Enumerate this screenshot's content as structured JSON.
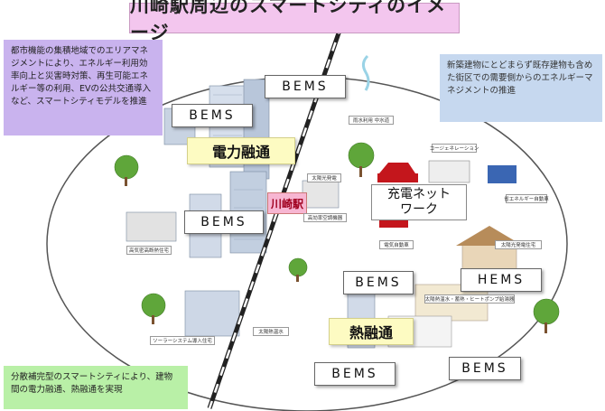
{
  "title": "川崎駅周辺のスマートシティのイメージ",
  "notes": {
    "area_management": "都市機能の集積地域でのエリアマネジメントにより、エネルギー利用効率向上と災害時対策、再生可能エネルギー等の利用、EVの公共交通導入など、スマートシティモデルを推進",
    "existing_buildings": "新築建物にとどまらず既存建物も含めた街区での需要側からのエネルギーマネジメントの推進",
    "distributed": "分散補完型のスマートシティにより、建物間の電力融通、熱融通を実現"
  },
  "labels": {
    "bems": "BEMS",
    "hems": "HEMS",
    "power_interchange": "電力融通",
    "heat_interchange": "熱融通",
    "station": "川崎駅",
    "charging_network": "充電ネット\nワーク"
  },
  "small_labels": {
    "rainwater": "雨水利用 中水道",
    "cogeneration": "コージェネレーション",
    "solar_power_top": "太陽光発電",
    "high_efficiency_ac": "高効率空調機器",
    "energy_saving_vehicle": "省エネルギー自動車",
    "electric_vehicle": "電気自動車",
    "solar_power_right": "太陽光発電住宅",
    "high_insulation_housing": "高気密高断熱住宅",
    "solar_water_heater": "太陽熱温水",
    "solar_system_housing": "ソーラーシステム導入住宅",
    "solar_heat_storage": "太陽熱温水・蓄熱・ヒートポンプ給湯器"
  },
  "colors": {
    "title_bg": "#f3c6ee",
    "note_purple": "#c9b3ee",
    "note_blue": "#c6d8ef",
    "note_green": "#b9f0a7",
    "yellow_label": "#fdfbc2",
    "station_bg": "#f7b6d2"
  }
}
